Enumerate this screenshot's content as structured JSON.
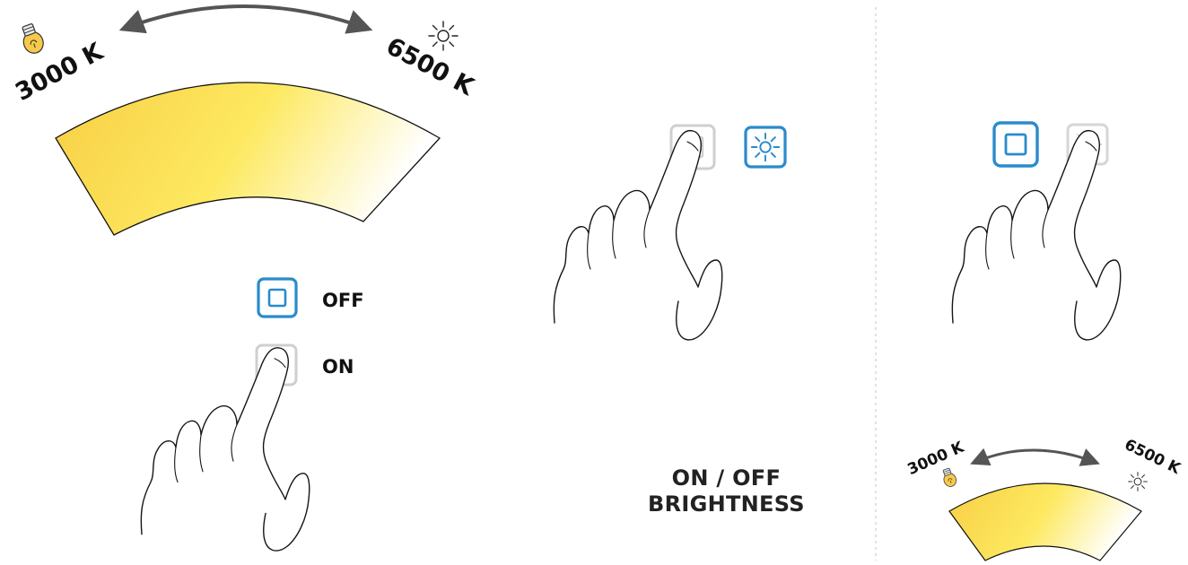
{
  "temperature": {
    "warm_label": "3000 K",
    "cool_label": "6500 K",
    "warm_icon": "lightbulb-icon",
    "cool_icon": "sun-icon",
    "warm_color": "#f8cf45",
    "mid_color": "#fde961",
    "cool_color": "#ffffff",
    "arrow_color": "#555555"
  },
  "legend": {
    "off_label": "OFF",
    "on_label": "ON",
    "off_icon": "square-button-icon",
    "on_icon": "square-button-icon"
  },
  "buttons": {
    "accent_color": "#2a8bcb",
    "inactive_color": "#cfcfcf"
  },
  "caption": {
    "line1": "ON / OFF",
    "line2": "BRIGHTNESS"
  }
}
